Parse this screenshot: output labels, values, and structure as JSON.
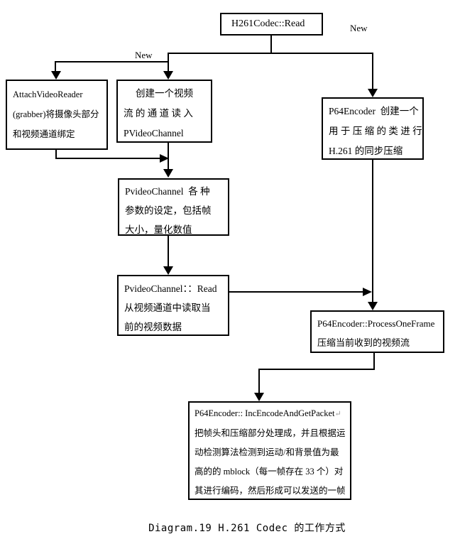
{
  "diagram": {
    "caption": "Diagram.19 H.261 Codec 的工作方式",
    "labels": {
      "new_left": "New",
      "new_right": "New"
    },
    "boxes": {
      "h261_read": {
        "lines": [
          "H261Codec::Read"
        ]
      },
      "attach_video_reader": {
        "lines": [
          "AttachVideoReader",
          "(grabber)将摄像头部分",
          "和视频通道绑定"
        ]
      },
      "create_channel": {
        "lines": [
          "创建一个视频",
          "流 的 通 道 读 入",
          "PVideoChannel"
        ]
      },
      "p64_create": {
        "lines": [
          "P64Encoder  创建一个",
          "用 于 压 缩 的 类 进 行",
          "H.261 的同步压缩"
        ]
      },
      "channel_params": {
        "lines": [
          "PvideoChannel  各 种",
          "参数的设定，包括帧",
          "大小，量化数值"
        ]
      },
      "channel_read": {
        "lines": [
          "PvideoChannel：：Read",
          "从视频通道中读取当",
          "前的视频数据"
        ]
      },
      "process_one_frame": {
        "lines": [
          "P64Encoder::ProcessOneFrame",
          "压缩当前收到的视频流"
        ]
      },
      "inc_encode": {
        "lines": [
          "P64Encoder:: IncEncodeAndGetPacket",
          "把帧头和压缩部分处理成，并且根据运",
          "动检测算法检测到运动/和背景值为最",
          "高的的 mblock（每一帧存在 33 个）对",
          "其进行编码，然后形成可以发送的一帧"
        ],
        "return_mark": "↵"
      }
    },
    "colors": {
      "line": "#000000",
      "text": "#000000",
      "background": "#ffffff"
    }
  }
}
